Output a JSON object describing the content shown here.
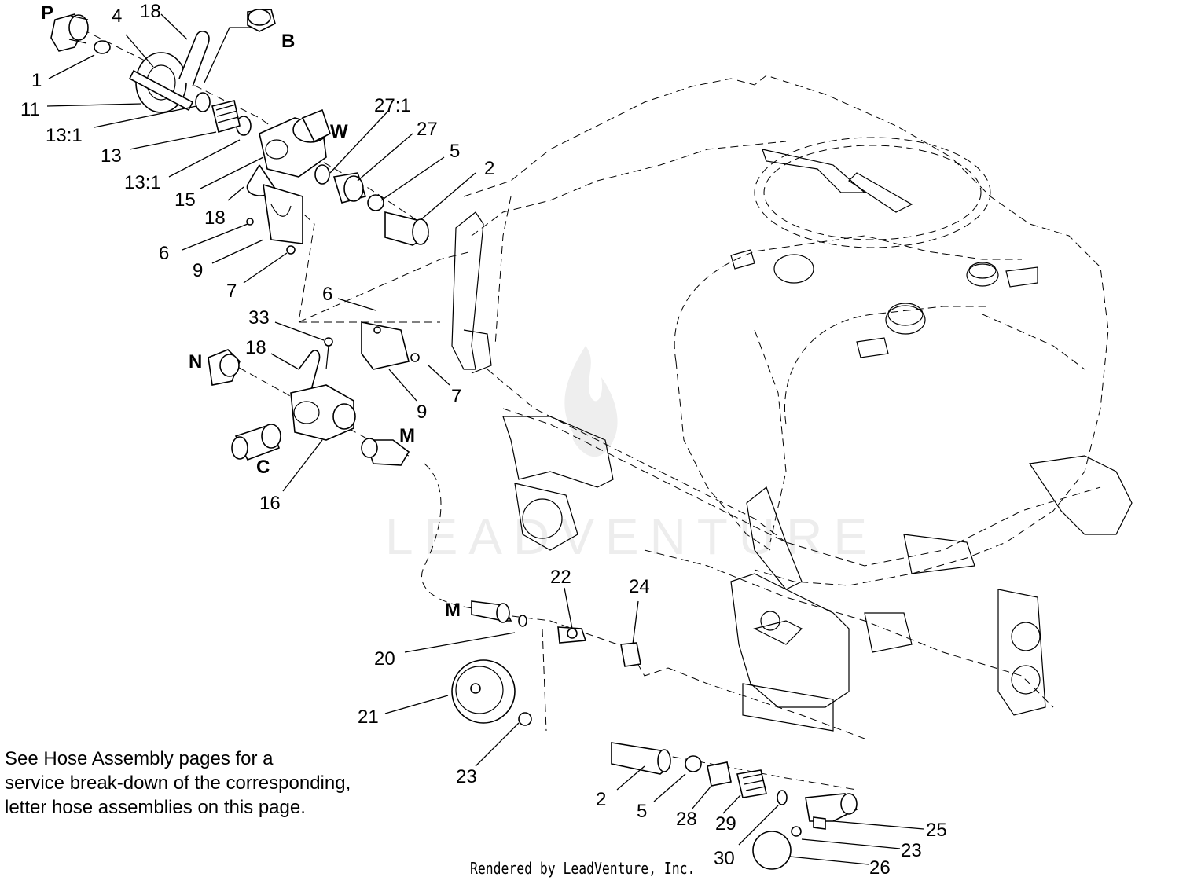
{
  "callouts": {
    "c1": "1",
    "c4": "4",
    "c18a": "18",
    "c11": "11",
    "c13_1a": "13:1",
    "c13": "13",
    "c13_1b": "13:1",
    "c15": "15",
    "c18b": "18",
    "c27_1": "27:1",
    "c27": "27",
    "c5a": "5",
    "c2a": "2",
    "c6a": "6",
    "c9a": "9",
    "c7a": "7",
    "c6b": "6",
    "c33": "33",
    "c18c": "18",
    "c9b": "9",
    "c7b": "7",
    "c16": "16",
    "c22": "22",
    "c24": "24",
    "c20": "20",
    "c21": "21",
    "c23a": "23",
    "c2b": "2",
    "c5b": "5",
    "c28": "28",
    "c29": "29",
    "c30": "30",
    "c25": "25",
    "c23b": "23",
    "c26": "26"
  },
  "hose_letters": {
    "P": "P",
    "B": "B",
    "W": "W",
    "N": "N",
    "C": "C",
    "M1": "M",
    "M2": "M"
  },
  "note_lines": [
    "See Hose Assembly pages for a",
    "service break-down of the corresponding,",
    "letter hose assemblies on this page."
  ],
  "footer": "Rendered by LeadVenture, Inc.",
  "watermark": "LEADVENTURE"
}
